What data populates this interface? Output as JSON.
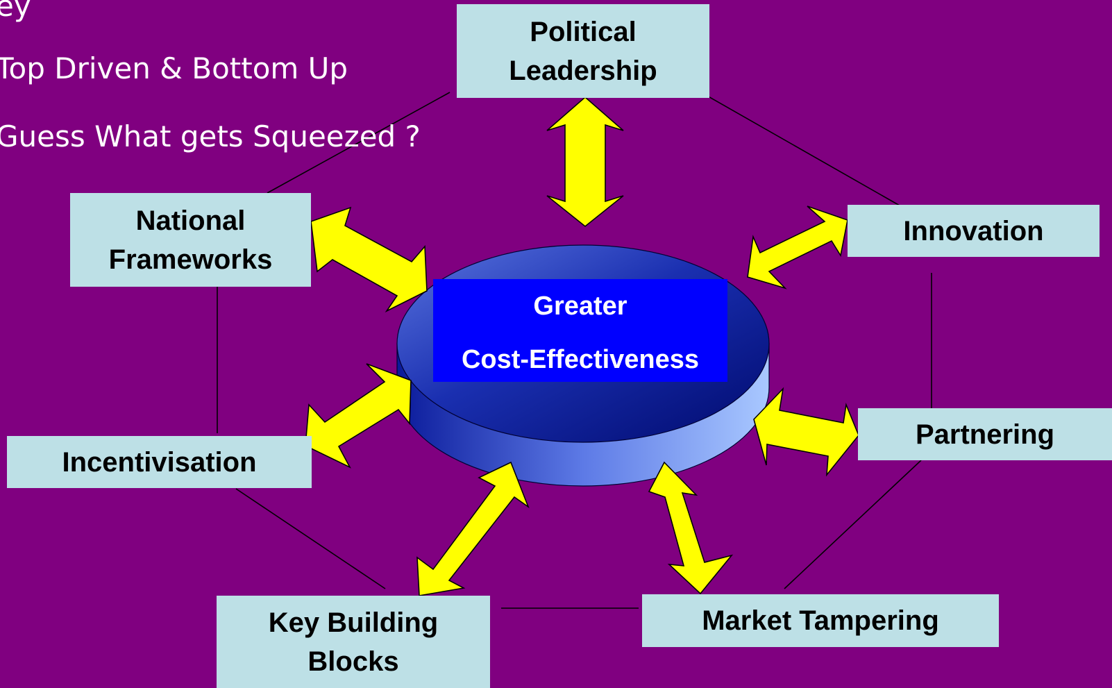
{
  "bullets": [
    "ey",
    "Top Driven & Bottom Up",
    "Guess What gets Squeezed ?"
  ],
  "center": {
    "line1": "Greater",
    "line2": "Cost-Effectiveness"
  },
  "boxes": {
    "political_leadership": [
      "Political",
      "Leadership"
    ],
    "national_frameworks": [
      "National",
      "Frameworks"
    ],
    "innovation": "Innovation",
    "incentivisation": "Incentivisation",
    "partnering": "Partnering",
    "key_building_blocks": [
      "Key Building",
      "Blocks"
    ],
    "market_tampering": "Market Tampering"
  },
  "colors": {
    "background": "#800080",
    "box_fill": "#bde0e6",
    "arrow_fill": "#ffff00",
    "center_box": "#0000ff"
  }
}
